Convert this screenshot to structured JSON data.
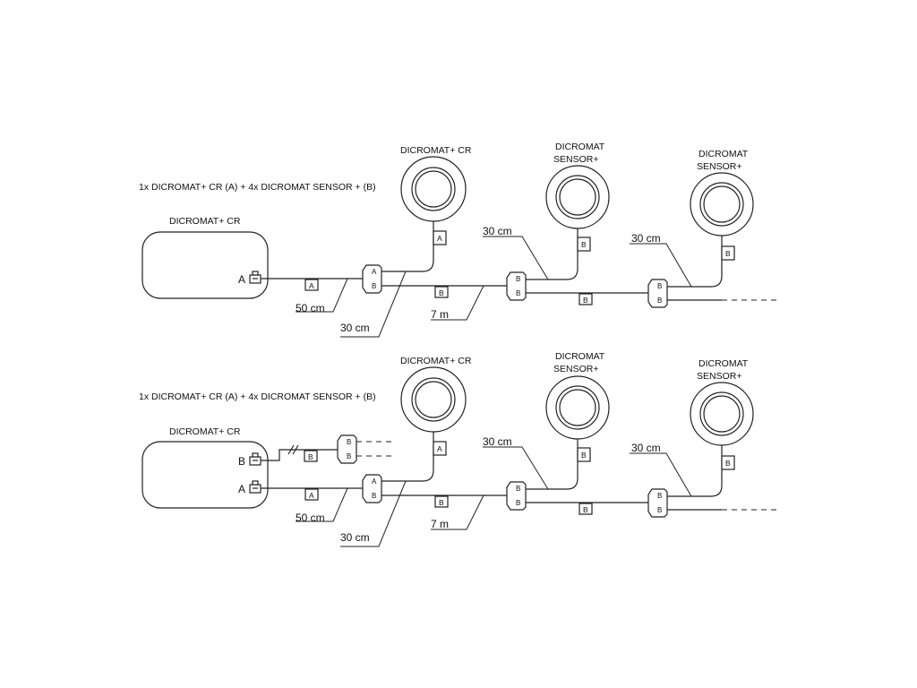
{
  "diagrams": [
    {
      "caption": "1x DICROMAT+ CR (A) + 4x DICROMAT SENSOR + (B)",
      "controller_label": "DICROMAT+ CR",
      "ports": [
        "A"
      ],
      "detector_cr_label": "DICROMAT+ CR",
      "sensor_labels": [
        [
          "DICROMAT",
          "SENSOR+"
        ],
        [
          "DICROMAT",
          "SENSOR+"
        ]
      ],
      "tag_a": "A",
      "tag_b": "B",
      "lengths": {
        "controller_cable": "50 cm",
        "split_cable": "30 cm",
        "trunk": "7 m",
        "sensor_1": "30 cm",
        "sensor_2": "30 cm"
      }
    },
    {
      "caption": "1x DICROMAT+ CR (A) + 4x DICROMAT SENSOR + (B)",
      "controller_label": "DICROMAT+ CR",
      "ports": [
        "B",
        "A"
      ],
      "detector_cr_label": "DICROMAT+ CR",
      "sensor_labels": [
        [
          "DICROMAT",
          "SENSOR+"
        ],
        [
          "DICROMAT",
          "SENSOR+"
        ]
      ],
      "tag_a": "A",
      "tag_b": "B",
      "lengths": {
        "controller_cable": "50 cm",
        "split_cable": "30 cm",
        "trunk": "7 m",
        "sensor_1": "30 cm",
        "sensor_2": "30 cm"
      }
    }
  ]
}
